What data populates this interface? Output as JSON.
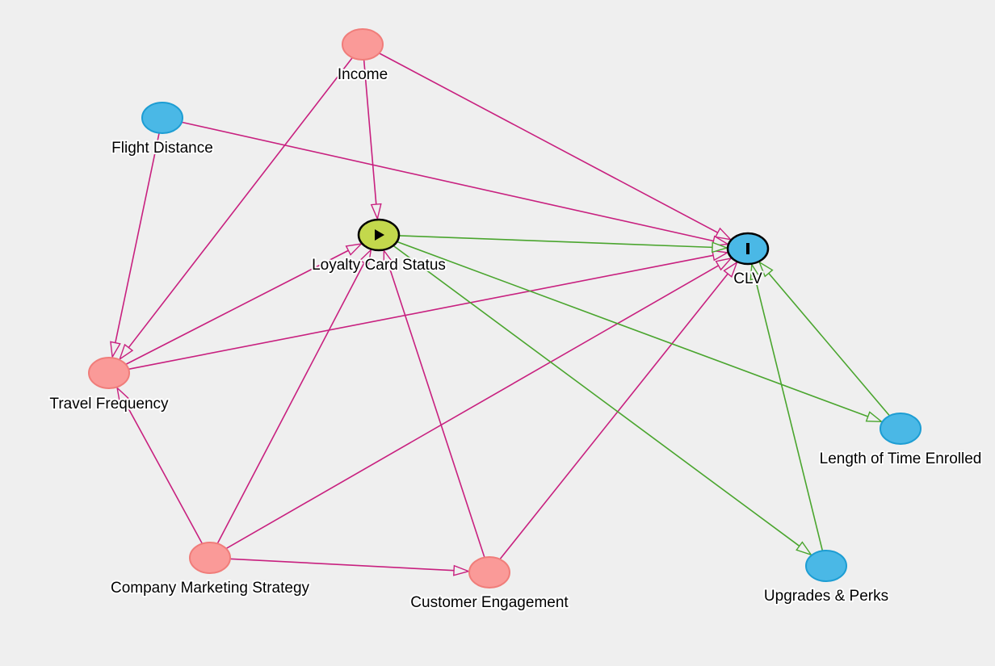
{
  "diagram": {
    "colors": {
      "background": "#efefef",
      "causal_edge": "#c8207f",
      "ancestor_edge": "#4aa52e",
      "adjusted_node_fill": "#fa9a98",
      "adjusted_node_stroke": "#f07d7a",
      "ancestor_node_fill": "#4ab8e6",
      "ancestor_node_stroke": "#1d9dd3",
      "exposure_node_fill": "#c3d84c",
      "outcome_node_fill": "#4ab8e6"
    },
    "nodes": [
      {
        "id": "income",
        "label": "Income",
        "role": "adjusted"
      },
      {
        "id": "flight_distance",
        "label": "Flight Distance",
        "role": "ancestor"
      },
      {
        "id": "loyalty_card_status",
        "label": "Loyalty Card Status",
        "role": "exposure",
        "icon": "play-icon"
      },
      {
        "id": "clv",
        "label": "CLV",
        "role": "outcome",
        "icon": "bar-icon"
      },
      {
        "id": "travel_frequency",
        "label": "Travel Frequency",
        "role": "adjusted"
      },
      {
        "id": "length_of_time_enrolled",
        "label": "Length of Time Enrolled",
        "role": "ancestor"
      },
      {
        "id": "company_marketing_strategy",
        "label": "Company Marketing Strategy",
        "role": "adjusted"
      },
      {
        "id": "customer_engagement",
        "label": "Customer Engagement",
        "role": "adjusted"
      },
      {
        "id": "upgrades_perks",
        "label": "Upgrades & Perks",
        "role": "ancestor"
      }
    ],
    "edges": [
      {
        "from": "income",
        "to": "clv",
        "type": "causal"
      },
      {
        "from": "income",
        "to": "loyalty_card_status",
        "type": "causal"
      },
      {
        "from": "income",
        "to": "travel_frequency",
        "type": "causal"
      },
      {
        "from": "flight_distance",
        "to": "clv",
        "type": "causal"
      },
      {
        "from": "flight_distance",
        "to": "travel_frequency",
        "type": "causal"
      },
      {
        "from": "travel_frequency",
        "to": "loyalty_card_status",
        "type": "causal"
      },
      {
        "from": "travel_frequency",
        "to": "clv",
        "type": "causal"
      },
      {
        "from": "company_marketing_strategy",
        "to": "travel_frequency",
        "type": "causal"
      },
      {
        "from": "company_marketing_strategy",
        "to": "loyalty_card_status",
        "type": "causal"
      },
      {
        "from": "company_marketing_strategy",
        "to": "clv",
        "type": "causal"
      },
      {
        "from": "company_marketing_strategy",
        "to": "customer_engagement",
        "type": "causal"
      },
      {
        "from": "customer_engagement",
        "to": "loyalty_card_status",
        "type": "causal"
      },
      {
        "from": "customer_engagement",
        "to": "clv",
        "type": "causal"
      },
      {
        "from": "loyalty_card_status",
        "to": "clv",
        "type": "ancestor"
      },
      {
        "from": "loyalty_card_status",
        "to": "length_of_time_enrolled",
        "type": "ancestor"
      },
      {
        "from": "loyalty_card_status",
        "to": "upgrades_perks",
        "type": "ancestor"
      },
      {
        "from": "length_of_time_enrolled",
        "to": "clv",
        "type": "ancestor"
      },
      {
        "from": "upgrades_perks",
        "to": "clv",
        "type": "ancestor"
      }
    ]
  }
}
